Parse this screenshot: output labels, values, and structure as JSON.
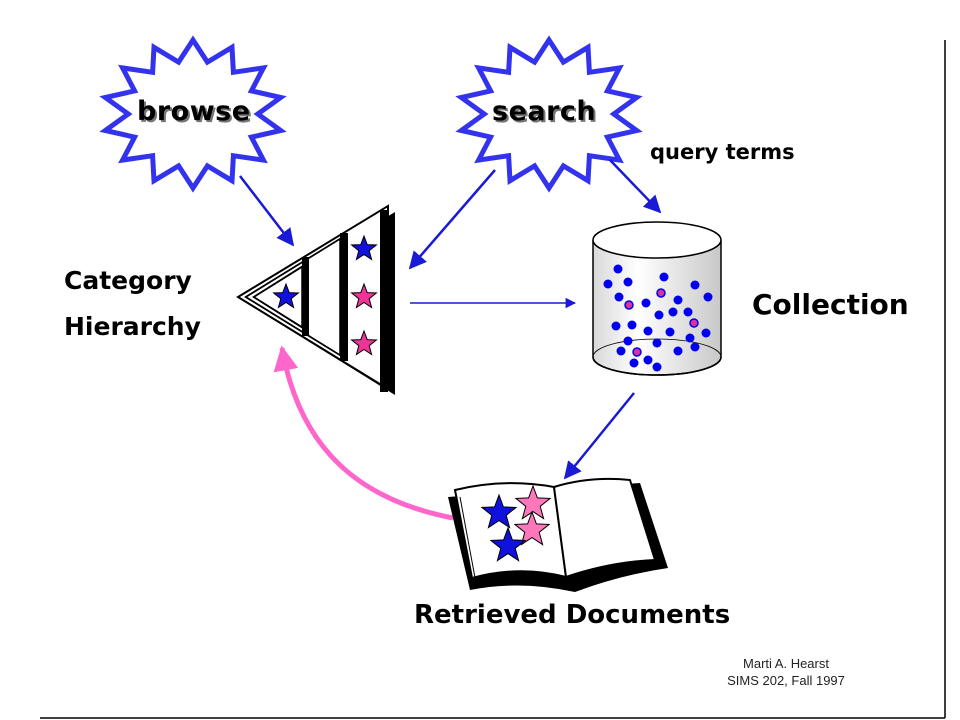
{
  "bursts": {
    "browse": "browse",
    "search": "search"
  },
  "labels": {
    "query_terms": "query terms",
    "category_line1": "Category",
    "category_line2": "Hierarchy",
    "collection": "Collection",
    "retrieved": "Retrieved Documents"
  },
  "credit": {
    "line1": "Marti A. Hearst",
    "line2": "SIMS 202, Fall 1997"
  },
  "colors": {
    "burst_stroke": "#3333ee",
    "arrow": "#1a1ad6",
    "feedback_arrow": "#ff66cc",
    "dot_blue": "#0000ee",
    "dot_pink": "#dd3399",
    "star_blue": "#1111dd",
    "star_pink": "#ee3399",
    "star_light_pink": "#ff77bb"
  },
  "icons": [
    "starburst-icon",
    "triangle-hierarchy-icon",
    "cylinder-collection-icon",
    "open-book-icon",
    "star-icon"
  ]
}
